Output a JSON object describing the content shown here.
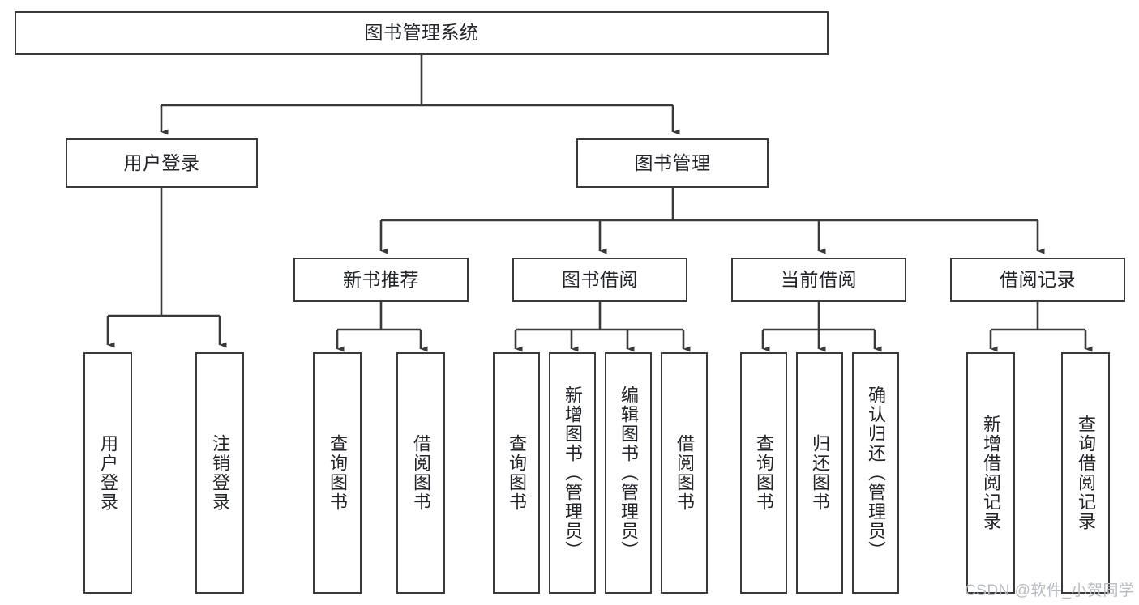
{
  "diagram": {
    "title": "图书管理系统",
    "type": "tree-structure-chart",
    "root": {
      "label": "图书管理系统"
    },
    "level2": [
      {
        "label": "用户登录"
      },
      {
        "label": "图书管理"
      }
    ],
    "level3": [
      {
        "label": "新书推荐"
      },
      {
        "label": "图书借阅"
      },
      {
        "label": "当前借阅"
      },
      {
        "label": "借阅记录"
      }
    ],
    "leaves": {
      "user_login": [
        {
          "label": "用户登录"
        },
        {
          "label": "注销登录"
        }
      ],
      "new_book_recommend": [
        {
          "label": "查询图书"
        },
        {
          "label": "借阅图书"
        }
      ],
      "book_borrow": [
        {
          "label": "查询图书"
        },
        {
          "label": "新增图书（管理员）"
        },
        {
          "label": "编辑图书（管理员）"
        },
        {
          "label": "借阅图书"
        }
      ],
      "current_borrow": [
        {
          "label": "查询图书"
        },
        {
          "label": "归还图书"
        },
        {
          "label": "确认归还（管理员）"
        }
      ],
      "borrow_record": [
        {
          "label": "新增借阅记录"
        },
        {
          "label": "查询借阅记录"
        }
      ]
    }
  },
  "watermark": {
    "text": "CSDN @软件_小贺同学"
  },
  "colors": {
    "stroke": "#3a3a3a",
    "text": "#23252b",
    "background": "#ffffff",
    "watermark": "#b9bcc2"
  }
}
